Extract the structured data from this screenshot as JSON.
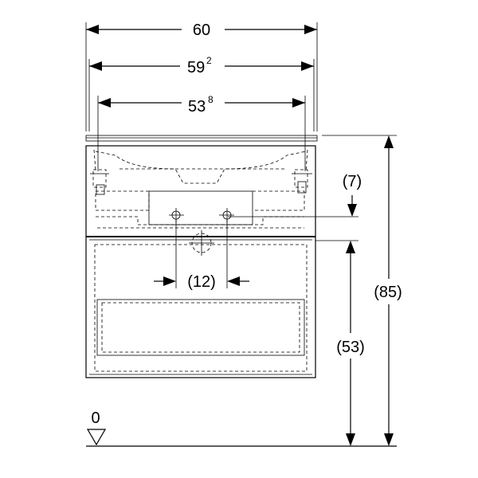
{
  "dimensions": {
    "overall_width": "60",
    "top_width_main": "59",
    "top_width_sup": "2",
    "inner_width_main": "53",
    "inner_width_sup": "8",
    "drain_offset": "(7)",
    "siphon_spacing": "(12)",
    "total_height": "(85)",
    "cabinet_height": "(53)",
    "floor_level": "0"
  }
}
